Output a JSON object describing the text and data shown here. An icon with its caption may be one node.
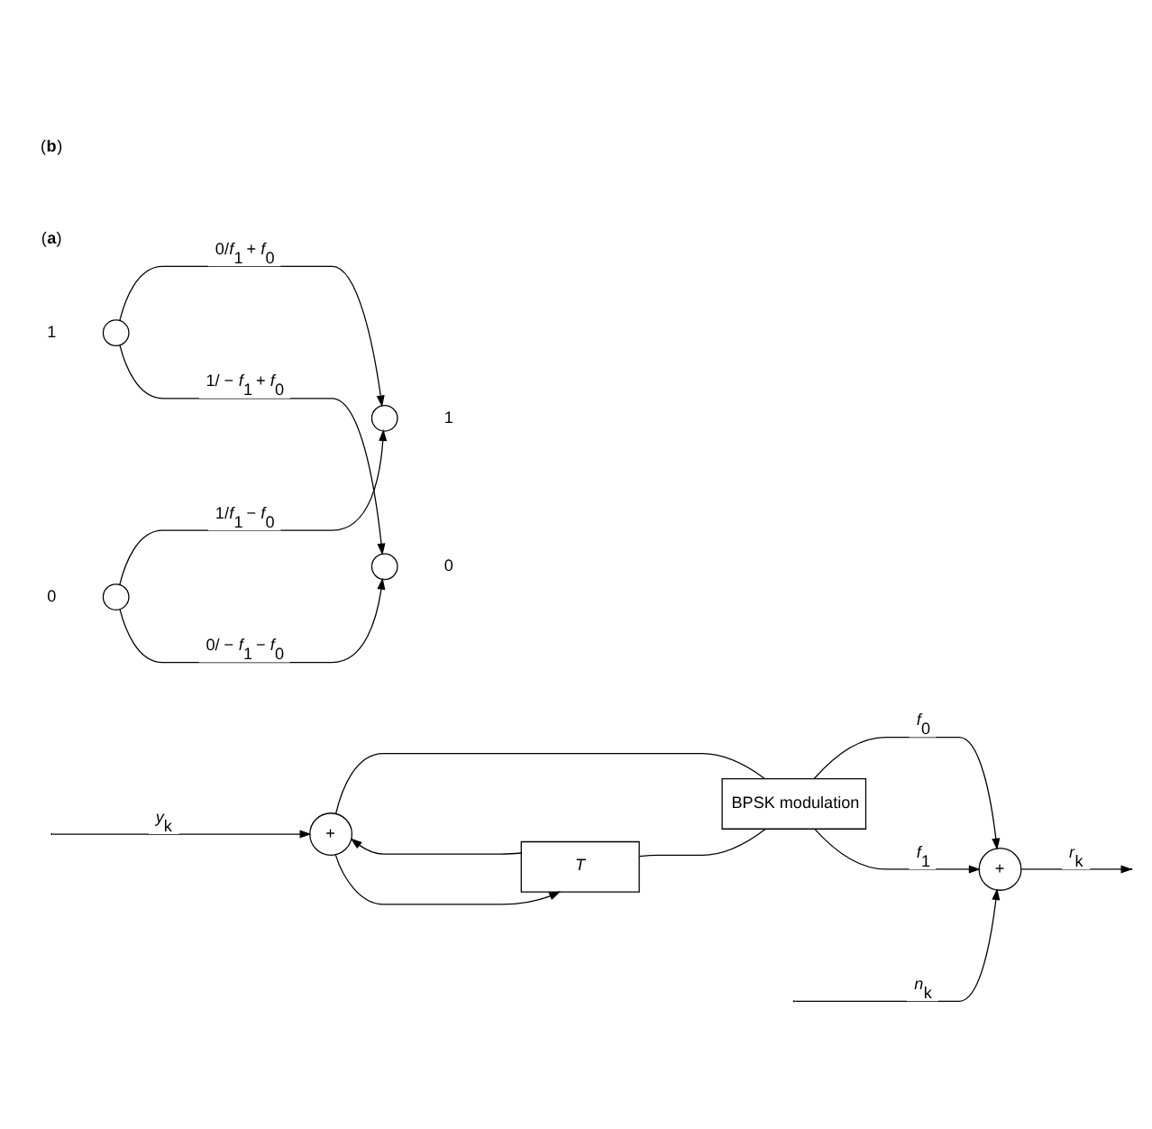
{
  "diagram": {
    "nodes": [
      {
        "text": [
          "+"
        ]
      },
      {
        "text": [
          "BPSK modulation"
        ]
      },
      {
        "text": [
          "+"
        ]
      },
      {
        "text": [
          "T"
        ]
      },
      {
        "text": [],
        "shape": "circle",
        "beside": [
          "1"
        ]
      },
      {
        "text": [],
        "shape": "circle",
        "beside": [
          "1"
        ]
      },
      {
        "text": [],
        "shape": "circle",
        "beside": [
          "0"
        ]
      },
      {
        "text": [],
        "shape": "circle",
        "beside": [
          "0"
        ]
      }
    ],
    "edges": [
      {
        "from": null,
        "to": 0,
        "arrow": "to",
        "label": "*n*$_{k}$"
      },
      {
        "from": 1,
        "to": 0,
        "arrow": "to",
        "label": "*f*$_{0}$"
      },
      {
        "from": 1,
        "to": 0,
        "arrow": "to",
        "label": "*f*$_{1}$"
      },
      {
        "from": 0,
        "to": null,
        "arrow": "to",
        "label": "*r*$_{k}$"
      },
      {
        "from": null,
        "to": 2,
        "arrow": "to",
        "label": "*y*$_{k}$"
      },
      {
        "from": 2,
        "to": 3,
        "arrow": "to"
      },
      {
        "from": 3,
        "to": 2,
        "arrow": "to"
      },
      {
        "from": 2,
        "to": 1,
        "arrow": "none"
      },
      {
        "from": 3,
        "to": 1,
        "arrow": "none"
      },
      {
        "from": 4,
        "to": 5,
        "arrow": "to",
        "label": "0/*f*$_{1}$ + *f*$_{0}$"
      },
      {
        "from": 4,
        "to": 7,
        "arrow": "to",
        "label": "1/ − *f*$_{1}$ + *f*$_{0}$"
      },
      {
        "from": 6,
        "to": 5,
        "arrow": "to",
        "label": "1/*f*$_{1}$ − *f*$_{0}$"
      },
      {
        "from": 6,
        "to": 7,
        "arrow": "to",
        "label": "0/ − *f*$_{1}$ − *f*$_{0}$"
      }
    ],
    "labels": [
      "(**a**)",
      "(**b**)"
    ]
  }
}
